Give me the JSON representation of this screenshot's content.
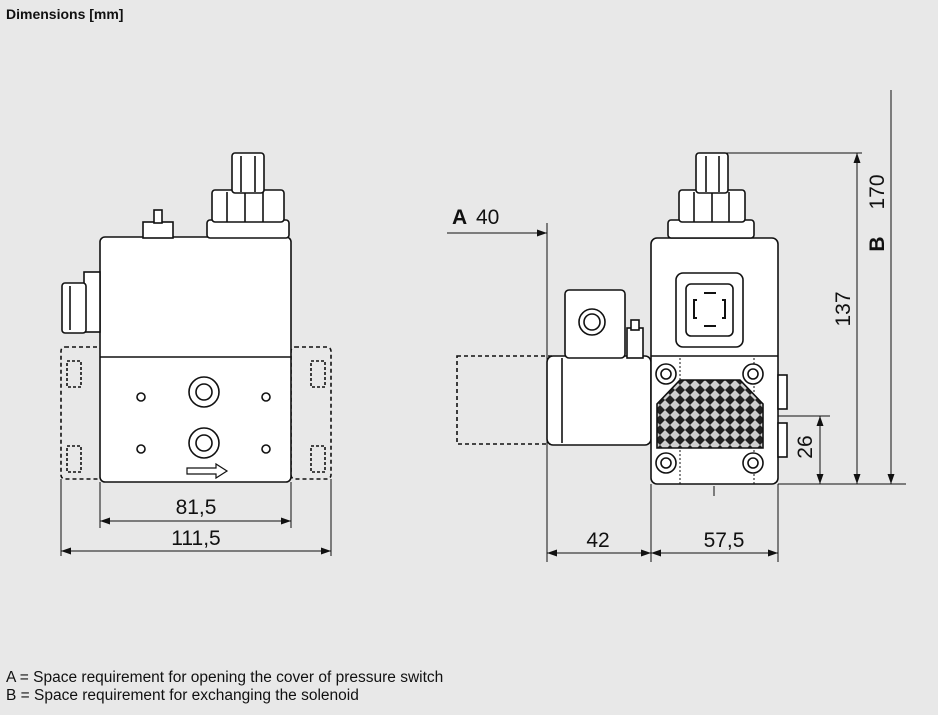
{
  "title": "Dimensions [mm]",
  "dimensions": {
    "front_width_inner": "81,5",
    "front_width_outer": "111,5",
    "side_a_letter": "A",
    "side_a_value": "40",
    "side_depth_left": "42",
    "side_depth_right": "57,5",
    "height_total_letter": "B",
    "height_total_value": "170",
    "height_body": "137",
    "height_port": "26"
  },
  "legend": [
    "A = Space requirement for opening the cover of pressure switch",
    "B = Space requirement for exchanging the solenoid"
  ]
}
